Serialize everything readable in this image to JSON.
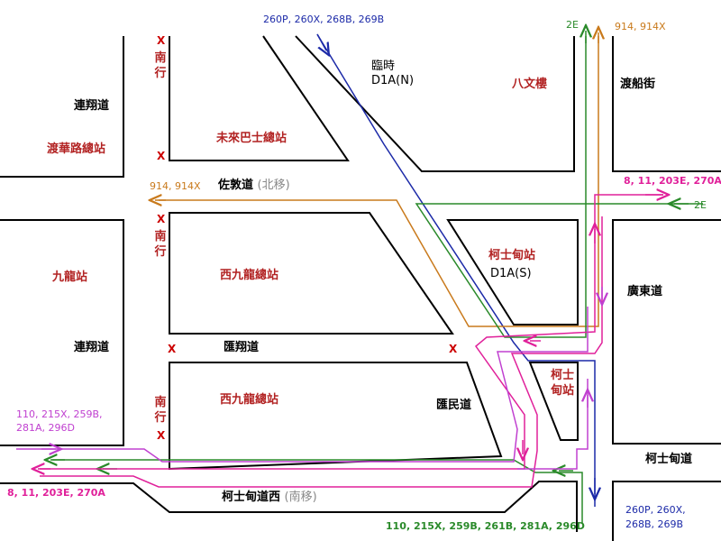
{
  "colors": {
    "block": "#000000",
    "station_text": "#b22222",
    "blue_route": "#1c2aa8",
    "orange_route": "#c97a1c",
    "green_route": "#2a8a2a",
    "magenta_route": "#e0209a",
    "purple_route": "#c040d0",
    "x_mark": "#cc0000"
  },
  "streets": {
    "lin_cheung_top": "連翔道",
    "lin_cheung_mid": "連翔道",
    "jordan_road": "佐敦道",
    "jordan_road_note": "(北移)",
    "wui_cheung": "匯翔道",
    "wui_man": "匯民道",
    "canton_road": "廣東道",
    "austin_road": "柯士甸道",
    "austin_road_west": "柯士甸道西",
    "austin_road_west_note": "(南移)",
    "ferry_street": "渡船街"
  },
  "stations": {
    "ferry_terminal": "渡華路總站",
    "kowloon_station": "九龍站",
    "future_terminus": "未來巴士總站",
    "wk_terminus_north": "西九龍總站",
    "wk_terminus_south": "西九龍總站",
    "austin_stop": "柯士甸站",
    "austin_stop_small": "柯士甸站",
    "pak_man_lau": "八文樓"
  },
  "stop_codes": {
    "temp": "臨時",
    "d1a_n": "D1A(N)",
    "d1a_s": "D1A(S)"
  },
  "direction": {
    "southbound_top": "南行",
    "southbound_mid": "南行",
    "southbound_bottom": "南行"
  },
  "marks": {
    "x": "X"
  },
  "routes": {
    "blue_top": "260P, 260X, 268B, 269B",
    "blue_bottom_line1": "260P, 260X,",
    "blue_bottom_line2": "268B, 269B",
    "orange_top": "914, 914X",
    "orange_left": "914, 914X",
    "green_top": "2E",
    "green_right": "2E",
    "magenta_top": "8, 11, 203E, 270A",
    "magenta_bottom": "8, 11, 203E, 270A",
    "purple_line1": "110, 215X, 259B,",
    "purple_line2": "281A, 296D",
    "green_bottom": "110, 215X, 259B, 261B, 281A, 296D"
  }
}
